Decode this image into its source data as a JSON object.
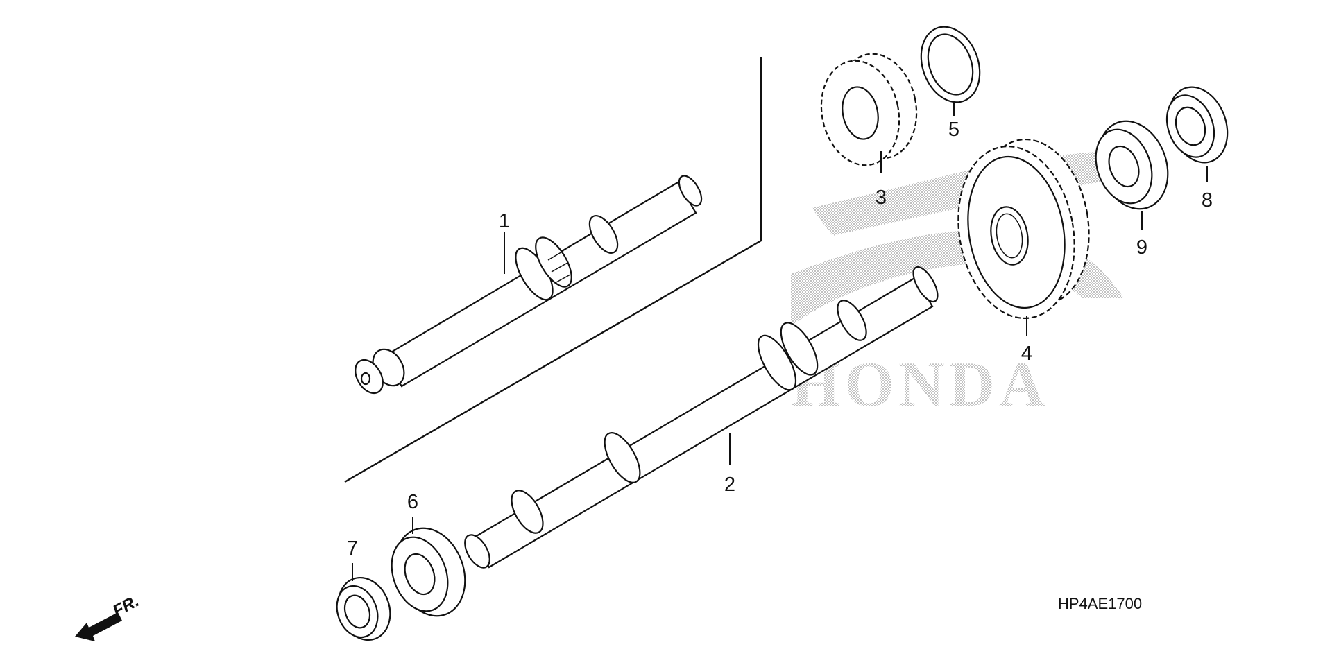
{
  "diagram": {
    "callouts": [
      {
        "id": "1",
        "label": "1"
      },
      {
        "id": "2",
        "label": "2"
      },
      {
        "id": "3",
        "label": "3"
      },
      {
        "id": "4",
        "label": "4"
      },
      {
        "id": "5",
        "label": "5"
      },
      {
        "id": "6",
        "label": "6"
      },
      {
        "id": "7",
        "label": "7"
      },
      {
        "id": "8",
        "label": "8"
      },
      {
        "id": "9",
        "label": "9"
      }
    ],
    "diagram_code": "HP4AE1700",
    "direction_label": "FR.",
    "watermark_brand": "HONDA",
    "colors": {
      "line": "#111111",
      "background": "#ffffff",
      "watermark": "#9a9a9a"
    }
  }
}
